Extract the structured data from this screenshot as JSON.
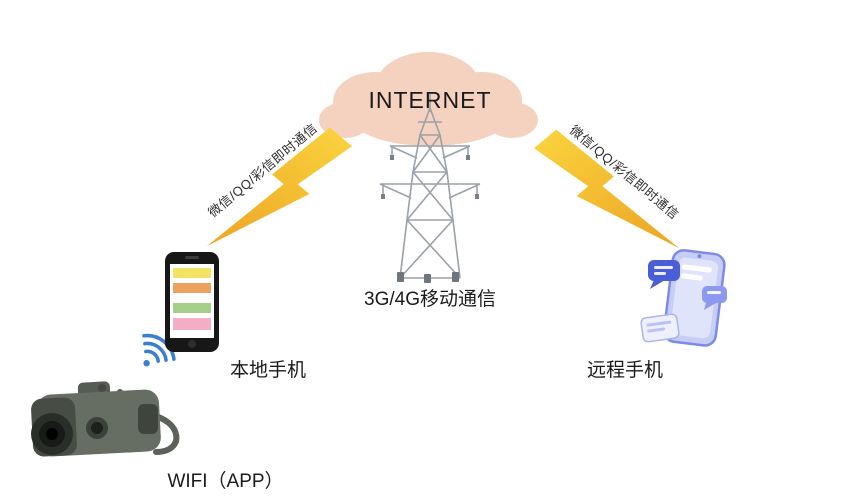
{
  "diagram": {
    "internet": {
      "label": "INTERNET"
    },
    "tower": {
      "label": "3G/4G移动通信"
    },
    "local_phone": {
      "label": "本地手机"
    },
    "remote_phone": {
      "label": "远程手机"
    },
    "device": {
      "label": "WIFI（APP）"
    },
    "links": {
      "left": {
        "label": "微信/QQ/彩信即时通信"
      },
      "right": {
        "label": "微信/QQ/彩信即时通信"
      }
    }
  },
  "colors": {
    "cloud": "#f4d2bf",
    "bolt_top": "#f9d03c",
    "bolt_bottom": "#eca424",
    "tower": "#9ba1a8",
    "wifi": "#3c7fd0",
    "local_phone_body": "#171717",
    "remote_phone_body": "#c7cef5",
    "remote_phone_accent": "#4a5ed8",
    "camera_body": "#666d63",
    "background": "#ffffff"
  },
  "icons": {
    "internet-cloud": "puffy-cloud",
    "transmission-tower": "lattice-pylon",
    "lightning-bolt": "zigzag-bolt",
    "wifi-icon": "wifi-arcs-with-dot",
    "local-phone": "smartphone-with-color-stripes",
    "remote-phone": "smartphone-with-chat-bubbles",
    "thermal-camera": "handheld-thermal-binocular"
  }
}
